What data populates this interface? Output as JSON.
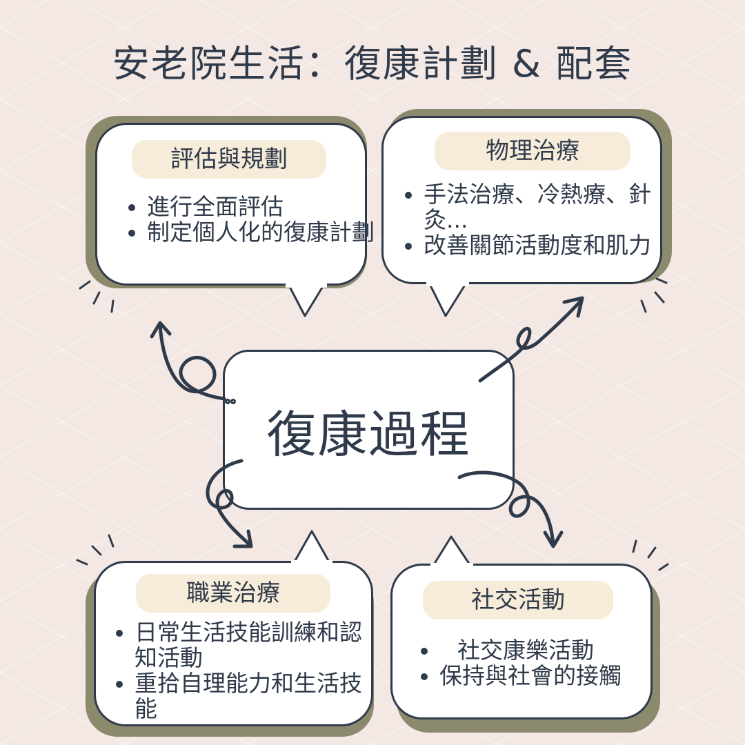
{
  "title": "安老院生活：復康計劃 & 配套",
  "center": {
    "label": "復康過程"
  },
  "cards": [
    {
      "heading": "評估與規劃",
      "items": [
        "進行全面評估",
        "制定個人化的復康計劃"
      ]
    },
    {
      "heading": "物理治療",
      "items": [
        "手法治療、冷熱療、針灸...",
        "改善關節活動度和肌力"
      ]
    },
    {
      "heading": "職業治療",
      "items": [
        "日常生活技能訓練和認知活動",
        "重拾自理能力和生活技能"
      ]
    },
    {
      "heading": "社交活動",
      "items": [
        "社交康樂活動",
        "保持與社會的接觸"
      ]
    }
  ],
  "colors": {
    "background": "#f3e8e3",
    "ink": "#2f3a4a",
    "card_shadow": "#8c8a6d",
    "pill": "#f6ecd9",
    "card": "#ffffff"
  }
}
